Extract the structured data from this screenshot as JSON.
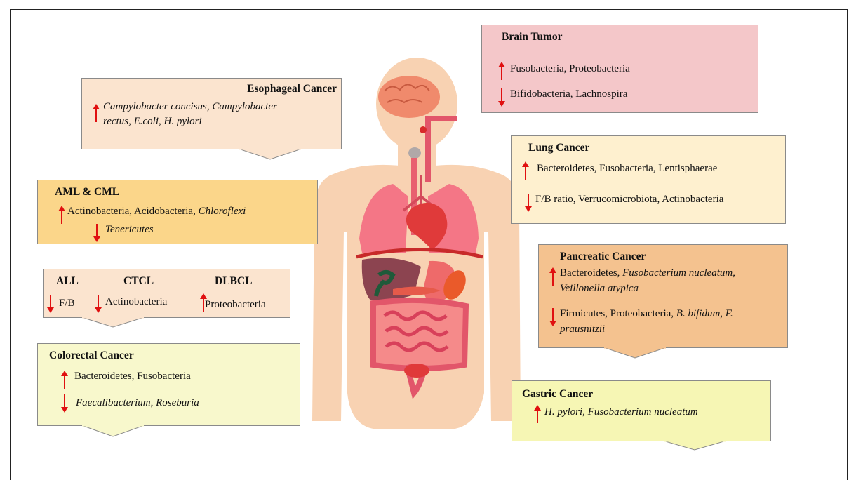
{
  "colors": {
    "up_arrow": "#e01010",
    "down_arrow": "#e01010",
    "skin": "#f8d2b2",
    "esophageal_box": "#fbe4cf",
    "brain_box": "#f4c7c9",
    "aml_box": "#fbd68a",
    "lung_box": "#fef0cf",
    "all_box": "#fbe4cf",
    "pancreatic_box": "#f4c28f",
    "colorectal_box": "#f8f8cc",
    "gastric_box": "#f6f6b4"
  },
  "esophageal": {
    "title": "Esophageal Cancer",
    "up_1": "Campylobacter concisus, Campylobacter",
    "up_2": "rectus, E.coli, H. pylori"
  },
  "brain": {
    "title": "Brain Tumor",
    "up": "Fusobacteria, Proteobacteria",
    "down": "Bifidobacteria,  Lachnospira"
  },
  "aml": {
    "title": "AML & CML",
    "up_plain": "Actinobacteria, Acidobacteria, ",
    "up_italic": "Chloroflexi",
    "down": "Tenericutes"
  },
  "lung": {
    "title": "Lung Cancer",
    "up": "Bacteroidetes, Fusobacteria, Lentisphaerae",
    "down": "F/B ratio,  Verrucomicrobiota,  Actinobacteria"
  },
  "all_group": {
    "all_title": "ALL",
    "all_down": "F/B",
    "ctcl_title": "CTCL",
    "ctcl_down": "Actinobacteria",
    "dlbcl_title": "DLBCL",
    "dlbcl_up": "Proteobacteria"
  },
  "pancreatic": {
    "title": "Pancreatic Cancer",
    "up_plain": "Bacteroidetes, ",
    "up_italic_1": "Fusobacterium nucleatum,",
    "up_italic_2": "Veillonella atypica",
    "down_plain": "Firmicutes,  Proteobacteria, ",
    "down_italic_1": "B. bifidum, F.",
    "down_italic_2": "prausnitzii"
  },
  "colorectal": {
    "title": "Colorectal Cancer",
    "up": "Bacteroidetes, Fusobacteria",
    "down": "Faecalibacterium, Roseburia"
  },
  "gastric": {
    "title": "Gastric Cancer",
    "up": "H. pylori, Fusobacterium nucleatum"
  }
}
